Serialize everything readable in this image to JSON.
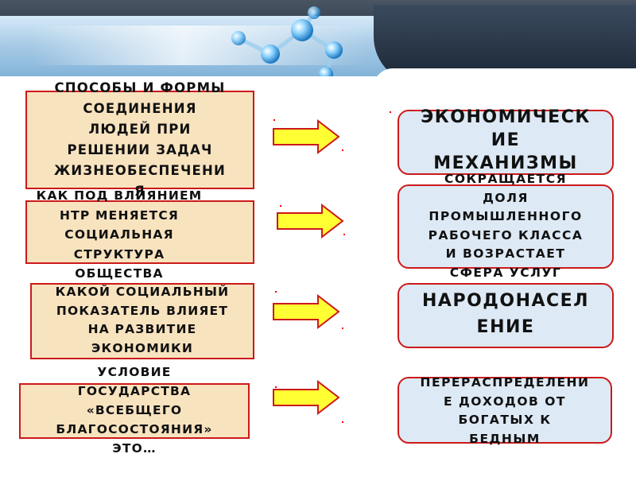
{
  "colors": {
    "question_fill": "#f8e3bf",
    "answer_fill": "#dde9f5",
    "border": "#cc1a1a",
    "arrow_fill": "#ffff33",
    "arrow_stroke": "#cc1a1a"
  },
  "rows": [
    {
      "question": "СПОСОБЫ И ФОРМЫ\nСОЕДИНЕНИЯ\nЛЮДЕЙ ПРИ\nРЕШЕНИИ ЗАДАЧ\nЖИЗНЕОБЕСПЕЧЕНИ\nЯ",
      "answer": "ЭКОНОМИЧЕСК\nИЕ\nМЕХАНИЗМЫ"
    },
    {
      "question": "КАК ПОД ВЛИЯНИЕМ\nНТР МЕНЯЕТСЯ\nСОЦИАЛЬНАЯ\nСТРУКТУРА\nОБЩЕСТВА",
      "answer": "СОКРАЩАЕТСЯ\nДОЛЯ\nПРОМЫШЛЕННОГО\nРАБОЧЕГО КЛАССА\nИ ВОЗРАСТАЕТ\nСФЕРА УСЛУГ"
    },
    {
      "question": "КАКОЙ СОЦИАЛЬНЫЙ\nПОКАЗАТЕЛЬ ВЛИЯЕТ\nНА  РАЗВИТИЕ\nЭКОНОМИКИ",
      "answer": "НАРОДОНАСЕЛ\nЕНИЕ"
    },
    {
      "question": "УСЛОВИЕ\nГОСУДАРСТВА\n«ВСЕБЩЕГО\nБЛАГОСОСТОЯНИЯ»\nЭТО…",
      "answer": "ПЕРЕРАСПРЕДЕЛЕНИ\nЕ ДОХОДОВ ОТ\nБОГАТЫХ  К\nБЕДНЫМ"
    }
  ]
}
